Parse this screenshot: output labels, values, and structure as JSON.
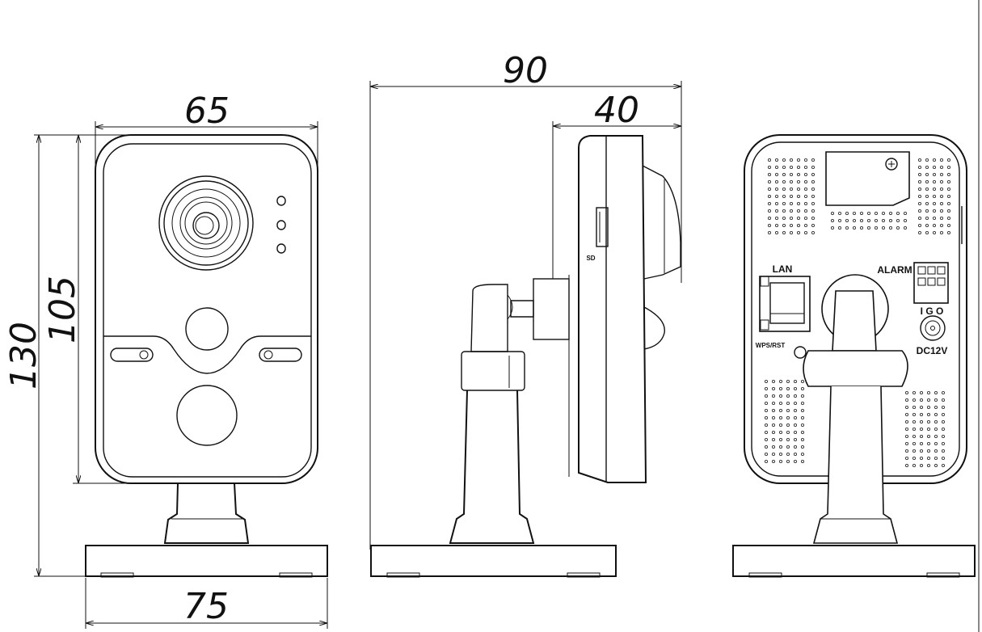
{
  "dimensions": {
    "front_width": "65",
    "front_body_height": "105",
    "total_height": "130",
    "base_width": "75",
    "total_depth": "90",
    "body_depth": "40"
  },
  "labels": {
    "sd": "SD",
    "lan": "LAN",
    "wps_rst": "WPS/RST",
    "alarm": "ALARM",
    "alarm_pins": "I G O",
    "dc": "DC12V"
  }
}
